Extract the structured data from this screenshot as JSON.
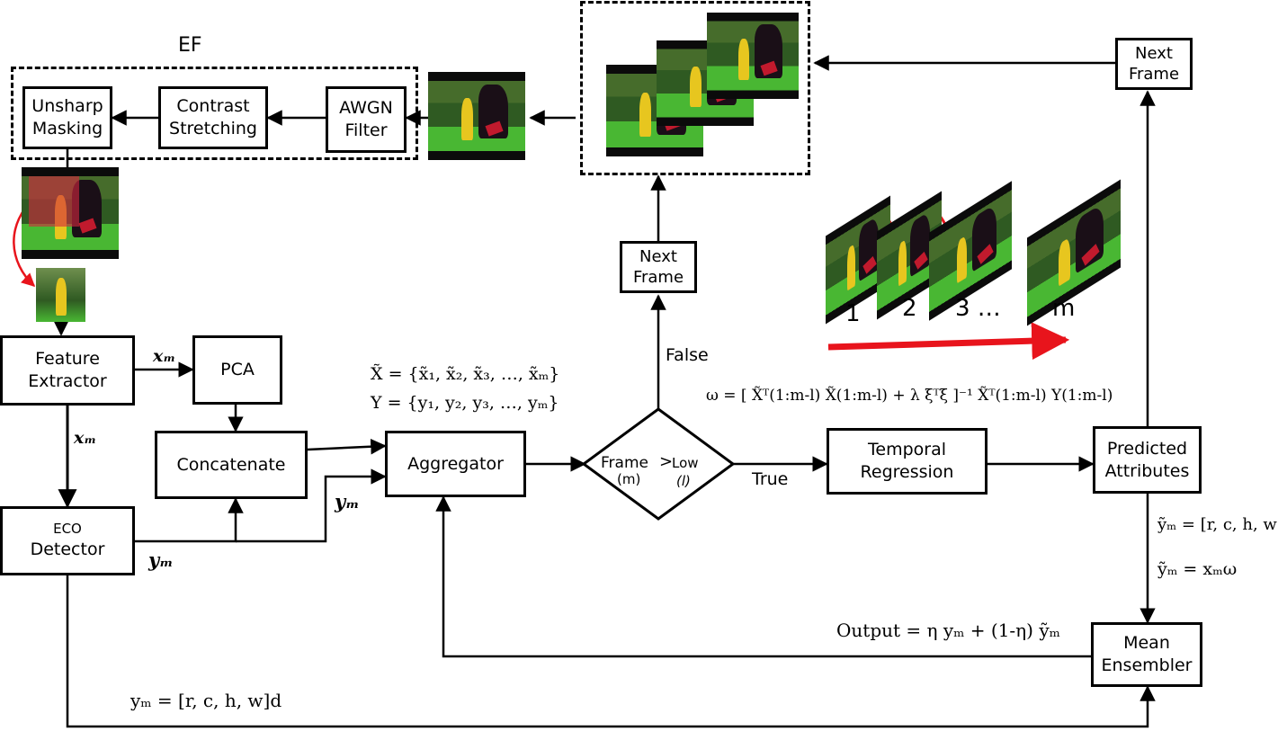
{
  "labels": {
    "ef": "EF",
    "false": "False",
    "true": "True"
  },
  "boxes": {
    "unsharp_masking": [
      "Unsharp",
      "Masking"
    ],
    "contrast_stretching": [
      "Contrast",
      "Stretching"
    ],
    "awgn_filter": [
      "AWGN",
      "Filter"
    ],
    "next_frame_top": [
      "Next",
      "Frame"
    ],
    "next_frame_mid": [
      "Next",
      "Frame"
    ],
    "feature_extractor": [
      "Feature",
      "Extractor"
    ],
    "pca": [
      "PCA"
    ],
    "concatenate": [
      "Concatenate"
    ],
    "aggregator": [
      "Aggregator"
    ],
    "eco_detector": [
      "ECO",
      "Detector"
    ],
    "decision": {
      "frame": "Frame",
      "m": "(m)",
      "gt": ">",
      "low": "Low",
      "l": "(l)"
    },
    "temporal_regression": [
      "Temporal",
      "Regression"
    ],
    "predicted_attributes": [
      "Predicted",
      "Attributes"
    ],
    "mean_ensembler": [
      "Mean",
      "Ensembler"
    ]
  },
  "frame_numbers": [
    "1",
    "2",
    "3 …",
    "m"
  ],
  "equations": {
    "x_set": "X̃ = {x̃₁, x̃₂, x̃₃, …, x̃ₘ}",
    "y_set": "Y = {y₁, y₂, y₃, …, yₘ}",
    "omega": "ω = [ X̃ᵀ(1:m-l)  X̃(1:m-l) + λ ξᵀξ ]⁻¹ X̃ᵀ(1:m-l) Y(1:m-l)",
    "xm_top": "xₘ",
    "xm_down": "xₘ",
    "ym_eco": "yₘ",
    "ym_agg": "yₘ",
    "ytilde_p": "ỹₘ = [r, c, h, w]ₚ",
    "ytilde_omega": "ỹₘ = xₘω",
    "output": "Output = η yₘ + (1-η) ỹₘ",
    "ym_d": "yₘ = [r, c, h, w]d"
  },
  "colors": {
    "stroke": "#000000",
    "red_arrow": "#e8141c",
    "grass": "#49b733",
    "crop_overlay": "#d6263f"
  }
}
